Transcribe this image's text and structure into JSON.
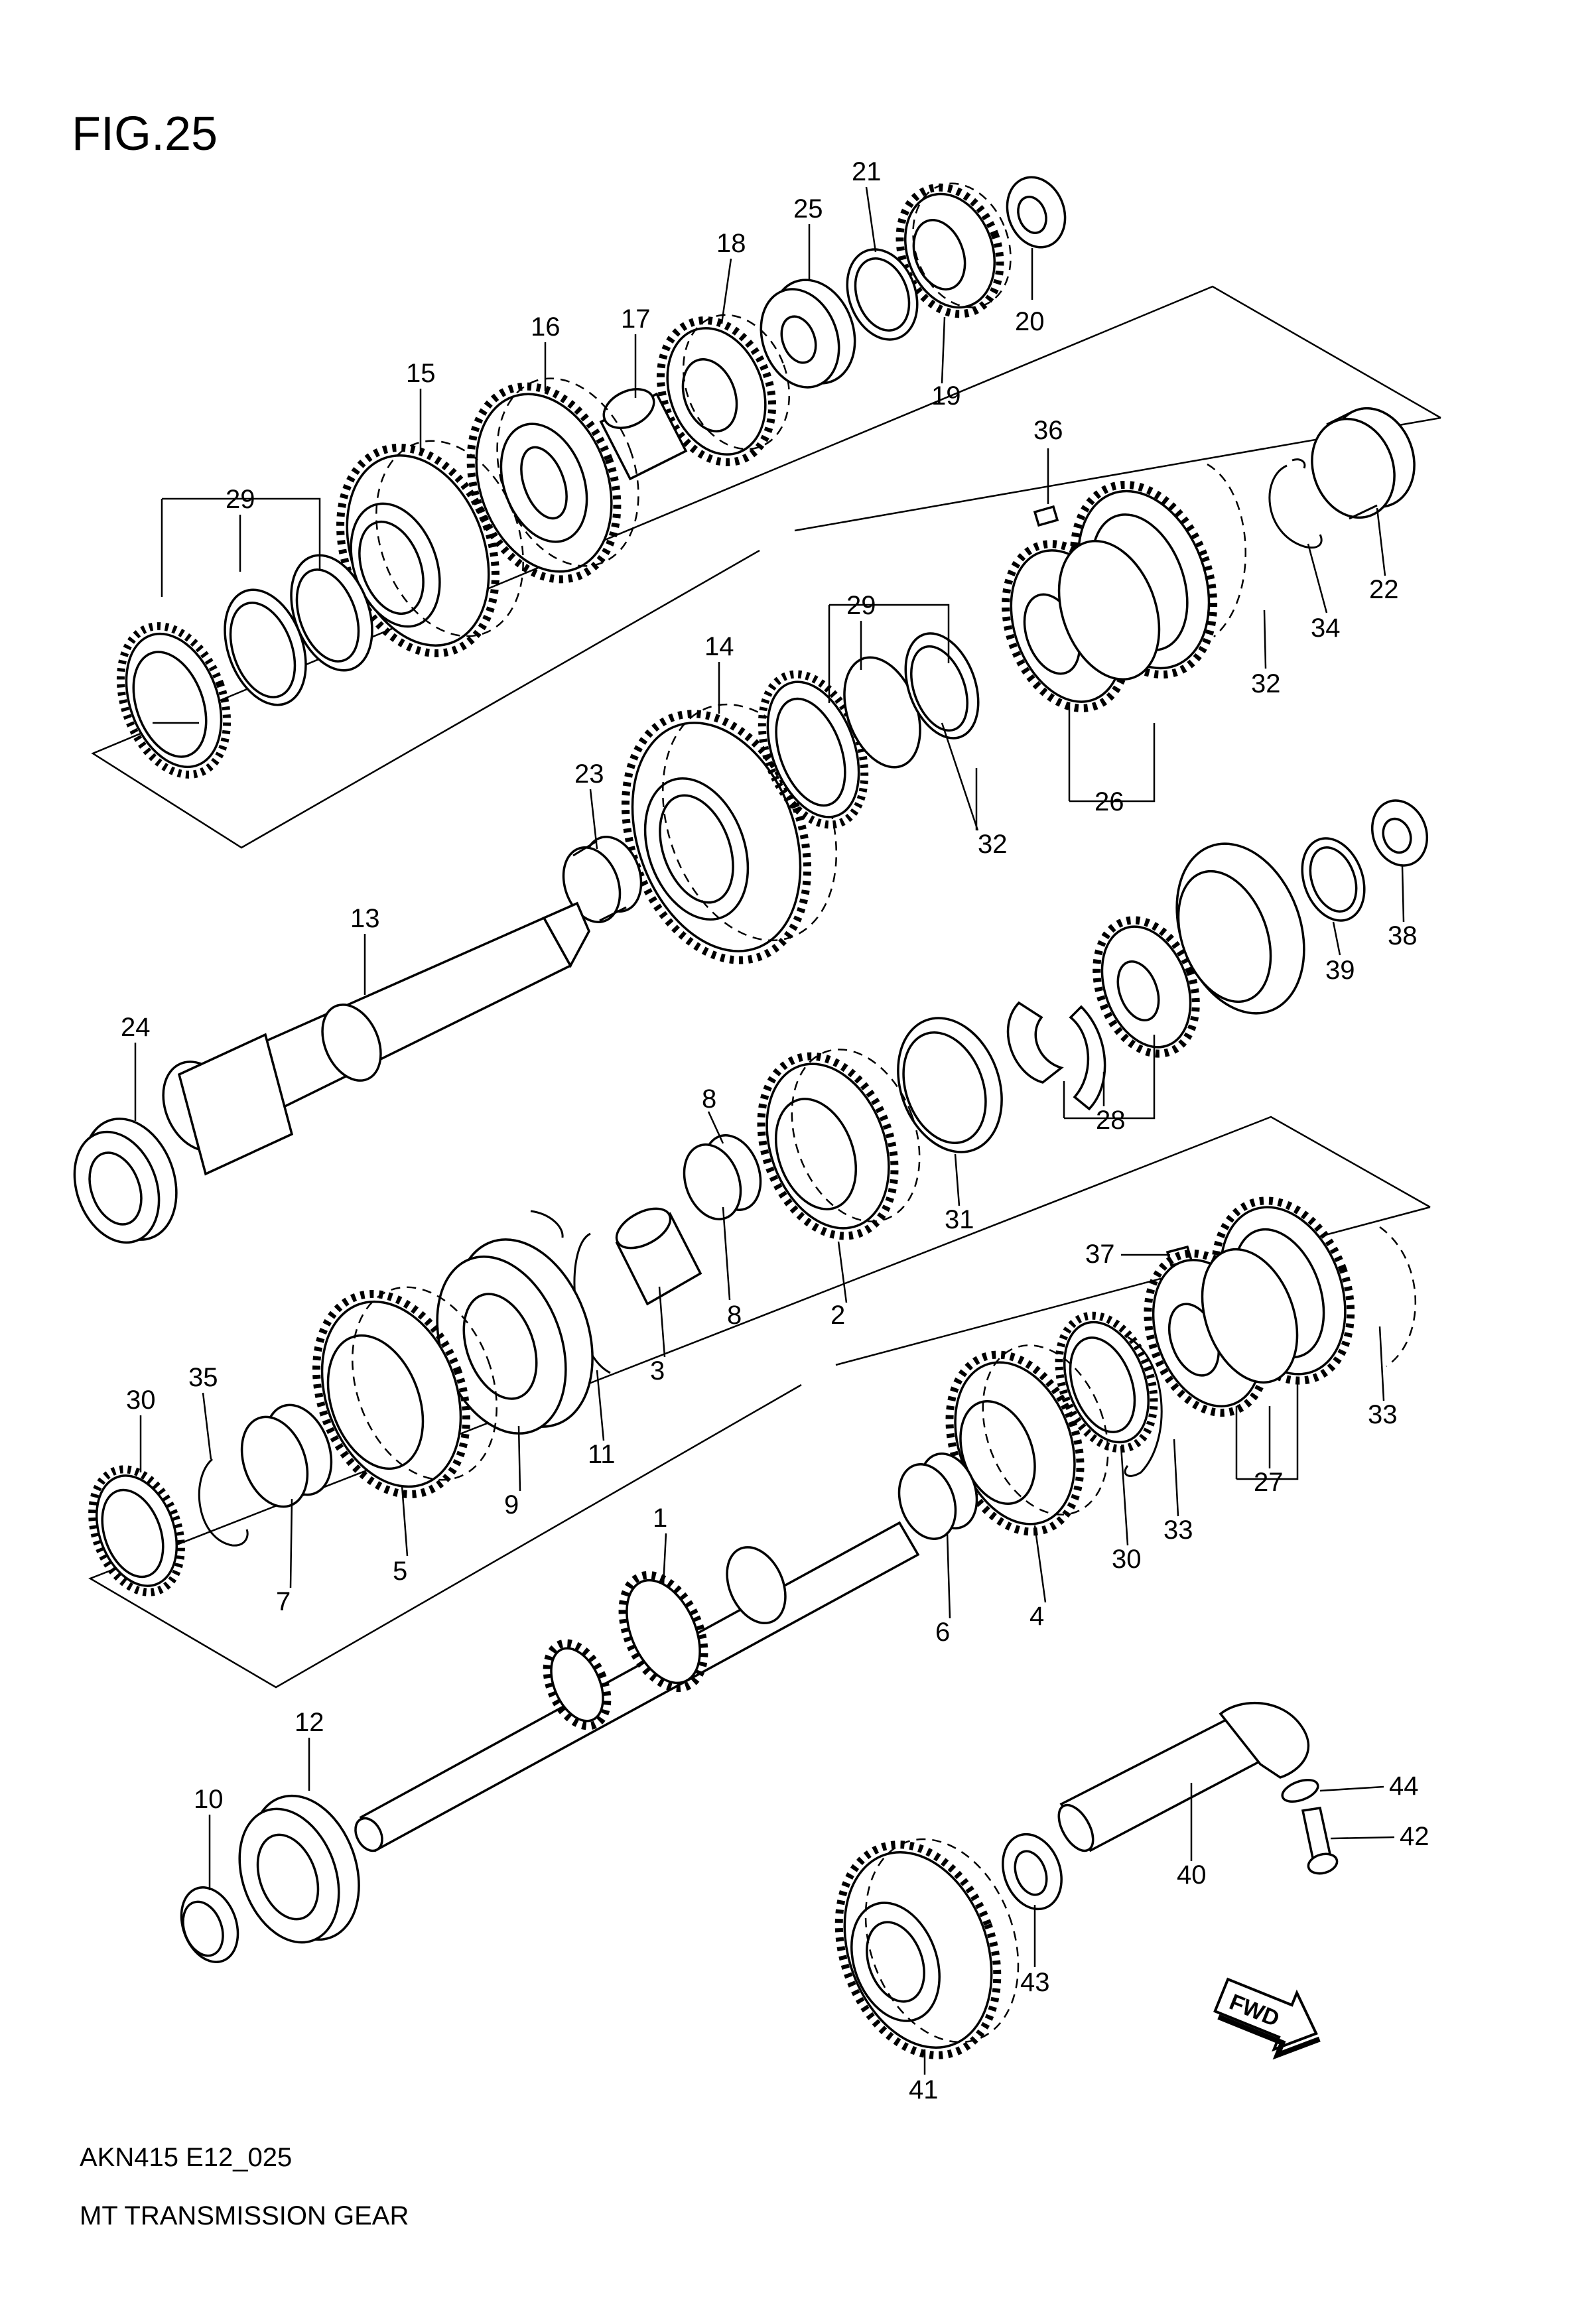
{
  "figure": {
    "title": "FIG.25",
    "code": "AKN415 E12_025",
    "caption": "MT TRANSMISSION GEAR",
    "fwd_label": "FWD"
  },
  "callouts": [
    {
      "id": "c21",
      "text": "21"
    },
    {
      "id": "c25",
      "text": "25"
    },
    {
      "id": "c18",
      "text": "18"
    },
    {
      "id": "c20",
      "text": "20"
    },
    {
      "id": "c19",
      "text": "19"
    },
    {
      "id": "c17",
      "text": "17"
    },
    {
      "id": "c16",
      "text": "16"
    },
    {
      "id": "c15",
      "text": "15"
    },
    {
      "id": "c29a",
      "text": "29"
    },
    {
      "id": "c36",
      "text": "36"
    },
    {
      "id": "c22",
      "text": "22"
    },
    {
      "id": "c34",
      "text": "34"
    },
    {
      "id": "c32a",
      "text": "32"
    },
    {
      "id": "c14",
      "text": "14"
    },
    {
      "id": "c29b",
      "text": "29"
    },
    {
      "id": "c23",
      "text": "23"
    },
    {
      "id": "c26",
      "text": "26"
    },
    {
      "id": "c32b",
      "text": "32"
    },
    {
      "id": "c13",
      "text": "13"
    },
    {
      "id": "c38",
      "text": "38"
    },
    {
      "id": "c39",
      "text": "39"
    },
    {
      "id": "c24",
      "text": "24"
    },
    {
      "id": "c8a",
      "text": "8"
    },
    {
      "id": "c31",
      "text": "31"
    },
    {
      "id": "c28",
      "text": "28"
    },
    {
      "id": "c8b",
      "text": "8"
    },
    {
      "id": "c2",
      "text": "2"
    },
    {
      "id": "c3",
      "text": "3"
    },
    {
      "id": "c37",
      "text": "37"
    },
    {
      "id": "c33a",
      "text": "33"
    },
    {
      "id": "c30a",
      "text": "30"
    },
    {
      "id": "c35",
      "text": "35"
    },
    {
      "id": "c11",
      "text": "11"
    },
    {
      "id": "c9",
      "text": "9"
    },
    {
      "id": "c5",
      "text": "5"
    },
    {
      "id": "c7",
      "text": "7"
    },
    {
      "id": "c27",
      "text": "27"
    },
    {
      "id": "c33b",
      "text": "33"
    },
    {
      "id": "c30b",
      "text": "30"
    },
    {
      "id": "c1",
      "text": "1"
    },
    {
      "id": "c6",
      "text": "6"
    },
    {
      "id": "c4",
      "text": "4"
    },
    {
      "id": "c12",
      "text": "12"
    },
    {
      "id": "c10",
      "text": "10"
    },
    {
      "id": "c44",
      "text": "44"
    },
    {
      "id": "c42",
      "text": "42"
    },
    {
      "id": "c40",
      "text": "40"
    },
    {
      "id": "c43",
      "text": "43"
    },
    {
      "id": "c41",
      "text": "41"
    }
  ]
}
